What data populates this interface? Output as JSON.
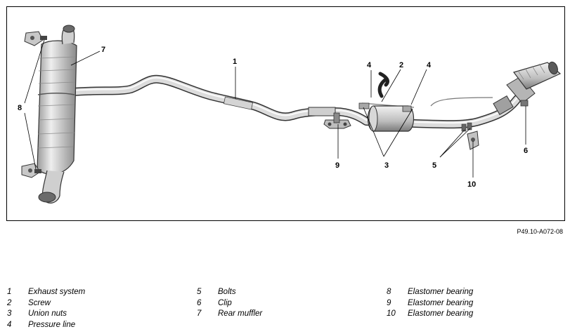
{
  "callouts": {
    "c1": "1",
    "c2": "2",
    "c3": "3",
    "c4a": "4",
    "c4b": "4",
    "c5": "5",
    "c6": "6",
    "c7": "7",
    "c8": "8",
    "c9": "9",
    "c10": "10"
  },
  "figure_code": "P49.10-A072-08",
  "legend": {
    "col1": [
      {
        "num": "1",
        "label": "Exhaust system"
      },
      {
        "num": "2",
        "label": "Screw"
      },
      {
        "num": "3",
        "label": "Union nuts"
      },
      {
        "num": "4",
        "label": "Pressure line"
      }
    ],
    "col2": [
      {
        "num": "5",
        "label": "Bolts"
      },
      {
        "num": "6",
        "label": "Clip"
      },
      {
        "num": "7",
        "label": "Rear muffler"
      }
    ],
    "col3": [
      {
        "num": "8",
        "label": "Elastomer bearing"
      },
      {
        "num": "9",
        "label": "Elastomer bearing"
      },
      {
        "num": "10",
        "label": "Elastomer bearing"
      }
    ]
  },
  "colors": {
    "metal_light": "#ececec",
    "metal_mid": "#bdbdbd",
    "metal_dark": "#6d6d6d",
    "line": "#000000"
  }
}
